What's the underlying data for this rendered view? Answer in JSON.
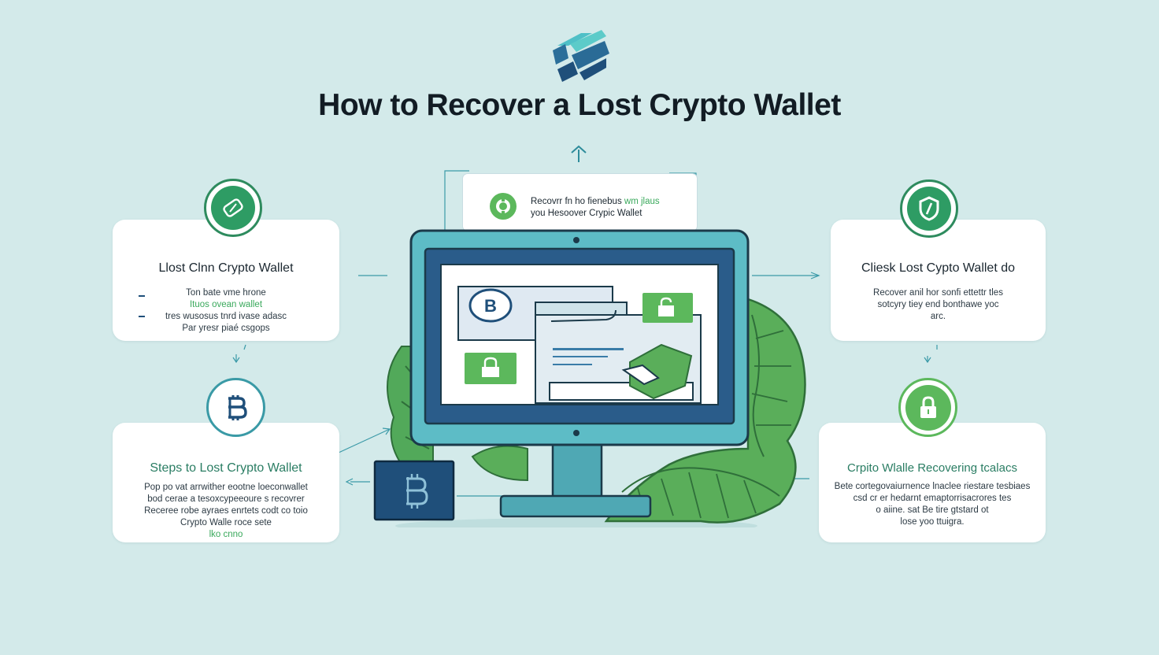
{
  "title": "How to Recover a Lost Crypto Wallet",
  "top_banner": {
    "line1": "Recovrr fn ho fienebus",
    "line1_highlight": "wm jlaus",
    "line2": "you Hesoover Crypic Wallet"
  },
  "cards": {
    "top_left": {
      "title": "Llost Clnn Crypto Wallet",
      "lines": [
        "Ton bate vme hrone",
        "tres wusosus tnrd ivase adasc",
        "Par yresr piaé csgops"
      ],
      "line1_highlight": "Ituos ovean wallet"
    },
    "bottom_left": {
      "title": "Steps to Lost Crypto Wallet",
      "lines": [
        "Pop po vat arrwither eootne loeconwallet",
        "bod cerae a tesoxcypeeoure s recovrer",
        "Receree robe ayraes enrtets codt co toio",
        "Crypto Walle roce sete"
      ],
      "line4_highlight": "lko cnno"
    },
    "top_right": {
      "title": "Cliesk Lost Cypto Wallet do",
      "lines": [
        "Recover anil hor sonfi ettettr tles",
        "sotcyry tiey end bonthawe yoc",
        "arc."
      ]
    },
    "bottom_right": {
      "title": "Crpito Wlalle Recovering tcalacs",
      "lines": [
        "Bete cortegovaiurnence lnaclee riestare tesbiaes",
        "csd cr er hedarnt emaptorrisacrores tes",
        "o aiine. sat Be tire gtstard ot",
        "lose yoo ttuigra."
      ]
    }
  },
  "icons": {
    "top_left": "tag-icon",
    "bottom_left": "bitcoin-icon",
    "top_right": "shield-icon",
    "bottom_right": "lock-icon",
    "banner": "gear-icon",
    "screen_badge": "bitcoin-icon",
    "device": "bitcoin-icon"
  },
  "screen": {
    "badge_glyph": "B",
    "lock_glyph": "🔓"
  },
  "colors": {
    "background": "#d3eaea",
    "dark_green": "#2e8b5e",
    "green": "#5fb65f",
    "teal": "#4fb3bf",
    "navy": "#1f4f7a"
  }
}
